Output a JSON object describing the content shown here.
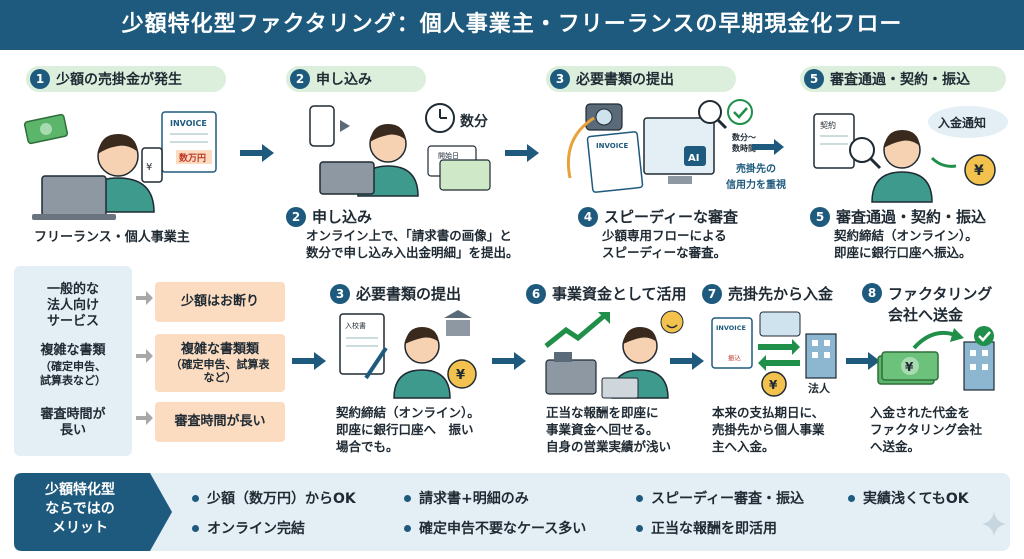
{
  "title": "少額特化型ファクタリング：個人事業主・フリーランスの早期現金化フロー",
  "colors": {
    "banner": "#1e5a7d",
    "pill": "#dcefdc",
    "accent_green": "#1f8f4a",
    "orange_box": "#fbdcc0",
    "panel": "#e3eef5"
  },
  "top_steps": [
    {
      "num": "1",
      "label": "少額の売掛金が発生"
    },
    {
      "num": "2",
      "label": "申し込み"
    },
    {
      "num": "3",
      "label": "必要書類の提出"
    },
    {
      "num": "5",
      "label": "審査通過・契約・振込"
    }
  ],
  "illus1": {
    "invoice": "INVOICE",
    "amount": "数万円",
    "caption": "フリーランス・個人事業主"
  },
  "illus2": {
    "time": "数分",
    "doc": "開始日"
  },
  "illus3": {
    "invoice": "INVOICE",
    "ai": "AI",
    "time_line1": "数分〜",
    "time_line2": "数時間",
    "credit_line1": "売掛先の",
    "credit_line2": "信用力を重視"
  },
  "illus4": {
    "contract": "契約",
    "bubble": "入金通知"
  },
  "mid_steps": {
    "s2": {
      "num": "2",
      "title": "申し込み",
      "lines": [
        "オンライン上で、「請求書の画像」と",
        "数分で申し込み入出金明細」を提出。"
      ]
    },
    "s4": {
      "num": "4",
      "title": "スピーディーな審査",
      "lines": [
        "少額専用フローによる",
        "スピーディーな審査。"
      ]
    },
    "s5": {
      "num": "5",
      "title": "審査通過・契約・振込",
      "lines": [
        "契約締結（オンライン）。",
        "即座に銀行口座へ振込。"
      ]
    }
  },
  "compare": {
    "left": [
      {
        "lines": [
          "一般的な",
          "法人向け",
          "サービス"
        ]
      },
      {
        "lines": [
          "複雑な書類"
        ],
        "sub": [
          "（確定申告、",
          "試算表など）"
        ]
      },
      {
        "lines": [
          "審査時間が",
          "長い"
        ]
      }
    ],
    "right": [
      {
        "lines": [
          "少額はお断り"
        ]
      },
      {
        "lines": [
          "複雑な書類類"
        ],
        "sub": [
          "（確定申告、試算表",
          "など）"
        ]
      },
      {
        "lines": [
          "審査時間が長い"
        ]
      }
    ]
  },
  "bottom_steps": [
    {
      "num": "3",
      "title": "必要書類の提出",
      "lines": [
        "契約締結（オンライン）。",
        "即座に銀行口座へ　振い",
        "場合でも。"
      ],
      "doc": "入校書"
    },
    {
      "num": "6",
      "title": "事業資金として活用",
      "lines": [
        "正当な報酬を即座に",
        "事業資金へ回せる。",
        "自身の営業実績が浅い"
      ]
    },
    {
      "num": "7",
      "title": "売掛先から入金",
      "lines": [
        "本来の支払期日に、",
        "売掛先から個人事業",
        "主へ入金。"
      ],
      "invoice": "INVOICE",
      "stamp": "振込",
      "company": "法人"
    },
    {
      "num": "8",
      "title_lines": [
        "ファクタリング",
        "会社へ送金"
      ],
      "lines": [
        "入金された代金を",
        "ファクタリング会社",
        "へ送金。"
      ]
    }
  ],
  "merits": {
    "heading": [
      "少額特化型",
      "ならではの",
      "メリット"
    ],
    "items": [
      "少額（数万円）からOK",
      "請求書+明細のみ",
      "スピーディー審査・振込",
      "実績浅くてもOK",
      "オンライン完結",
      "確定申告不要なケース多い",
      "正当な報酬を即活用"
    ]
  },
  "yen": "¥"
}
